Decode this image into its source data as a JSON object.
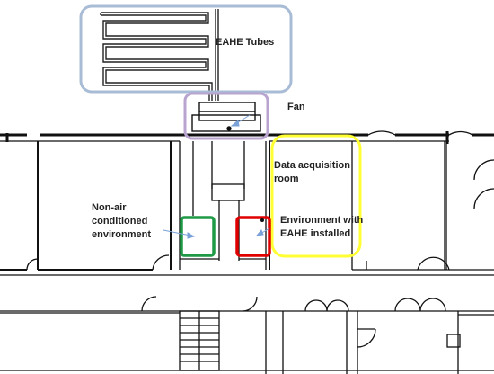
{
  "labels": {
    "eahe_tubes": "EAHE Tubes",
    "fan": "Fan",
    "data_room_line1": "Data acquisition",
    "data_room_line2": "room",
    "non_air_line1": "Non-air",
    "non_air_line2": "conditioned",
    "non_air_line3": "environment",
    "eahe_env_line1": "Environment with",
    "eahe_env_line2": "EAHE installed"
  },
  "highlight_colors": {
    "eahe_tubes_box": "#a9bcd6",
    "fan_box": "#b9a3cf",
    "data_room_box": "#ffff33",
    "non_air_box": "#1f9a47",
    "eahe_env_box": "#e00000"
  }
}
